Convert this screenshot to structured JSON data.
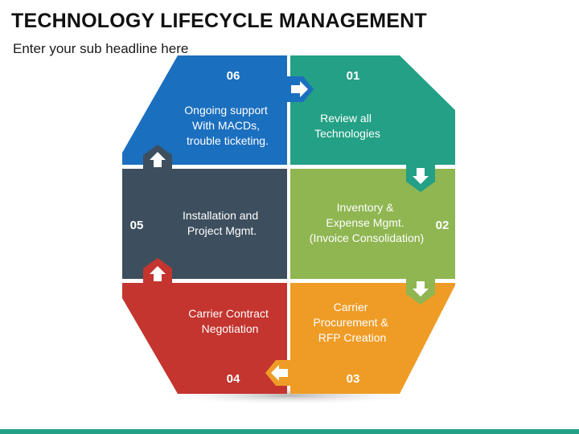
{
  "header": {
    "title": "TECHNOLOGY LIFECYCLE MANAGEMENT",
    "subtitle": "Enter your sub headline here"
  },
  "colors": {
    "step_01": "#23a085",
    "step_02": "#8fb651",
    "step_03": "#ef9c27",
    "step_04": "#c4352f",
    "step_05": "#3d4f5e",
    "step_06": "#1b6fbf",
    "bottom_bar": "#23a085"
  },
  "steps": [
    {
      "number": "01",
      "lines": [
        "Review all",
        "Technologies"
      ],
      "icon": "arrow-down-icon"
    },
    {
      "number": "02",
      "lines": [
        "Inventory &",
        "Expense Mgmt.",
        "(Invoice Consolidation)"
      ],
      "icon": "arrow-down-icon"
    },
    {
      "number": "03",
      "lines": [
        "Carrier",
        "Procurement &",
        "RFP Creation"
      ],
      "icon": "arrow-left-icon"
    },
    {
      "number": "04",
      "lines": [
        "Carrier Contract",
        "Negotiation"
      ],
      "icon": "arrow-up-icon"
    },
    {
      "number": "05",
      "lines": [
        "Installation and",
        "Project Mgmt."
      ],
      "icon": "arrow-up-icon"
    },
    {
      "number": "06",
      "lines": [
        "Ongoing support",
        "With MACDs,",
        "trouble ticketing."
      ],
      "icon": "arrow-right-icon"
    }
  ]
}
